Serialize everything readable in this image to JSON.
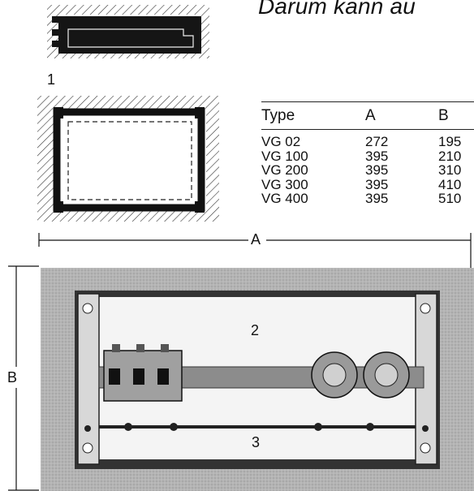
{
  "heading": "Darum kann au",
  "figure_labels": {
    "one": "1",
    "two": "2",
    "three": "3",
    "a": "A",
    "b": "B"
  },
  "table": {
    "columns": [
      "Type",
      "A",
      "B"
    ],
    "rows": [
      [
        "VG 02",
        "272",
        "195"
      ],
      [
        "VG 100",
        "395",
        "210"
      ],
      [
        "VG 200",
        "395",
        "310"
      ],
      [
        "VG 300",
        "395",
        "410"
      ],
      [
        "VG 400",
        "395",
        "510"
      ]
    ]
  }
}
